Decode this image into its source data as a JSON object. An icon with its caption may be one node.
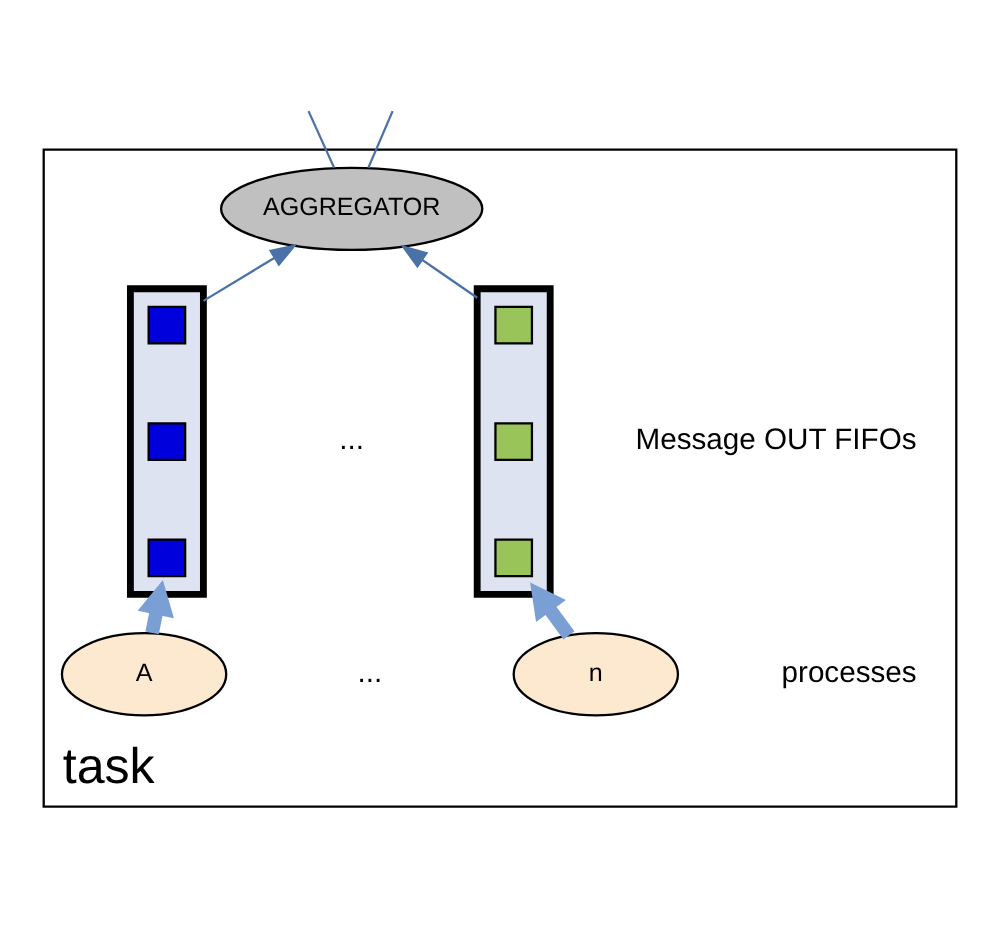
{
  "diagram": {
    "nodes": [
      {
        "text": [
          "task"
        ]
      },
      {
        "text": [
          "AGGREGATOR"
        ],
        "in": 0
      },
      {
        "text": [],
        "shape": "bar",
        "in": 0
      },
      {
        "text": [],
        "shape": "box",
        "in": 2
      },
      {
        "text": [],
        "shape": "box",
        "in": 2
      },
      {
        "text": [],
        "shape": "box",
        "in": 2
      },
      {
        "text": [],
        "shape": "bar",
        "in": 0
      },
      {
        "text": [],
        "shape": "box",
        "in": 6
      },
      {
        "text": [],
        "shape": "box",
        "in": 6
      },
      {
        "text": [],
        "shape": "box",
        "in": 6
      },
      {
        "text": [
          "A"
        ],
        "in": 0
      },
      {
        "text": [
          "n"
        ],
        "in": 0
      }
    ],
    "edges": [
      {
        "from": 1,
        "to": null,
        "arrow": "none"
      },
      {
        "from": 1,
        "to": null,
        "arrow": "none"
      },
      {
        "from": 2,
        "to": 1,
        "arrow": "to"
      },
      {
        "from": 6,
        "to": 1,
        "arrow": "to"
      },
      {
        "from": 10,
        "to": 2,
        "arrow": "to",
        "style": "thick",
        "color": "#7a9fd4"
      },
      {
        "from": 11,
        "to": 6,
        "arrow": "to",
        "style": "thick",
        "color": "#7a9fd4"
      }
    ],
    "labels": [
      "...",
      "Message OUT FIFOs",
      "...",
      "processes"
    ]
  }
}
